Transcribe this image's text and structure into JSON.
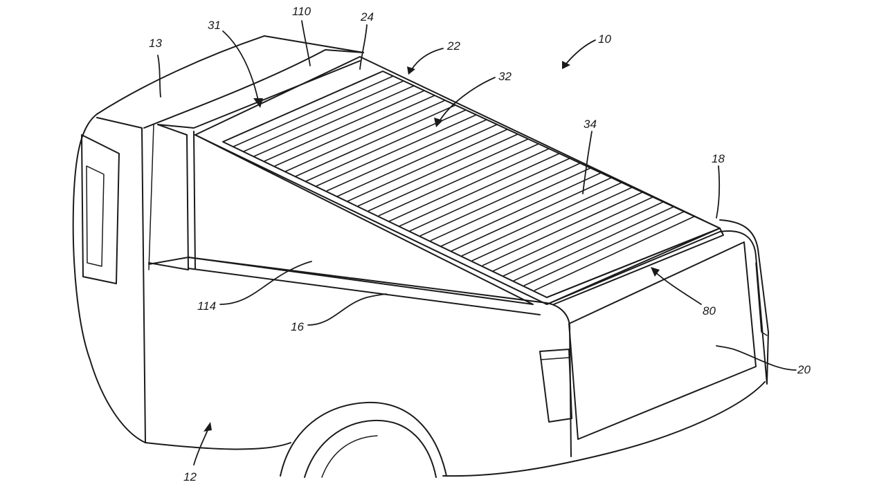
{
  "figure": {
    "reference_numerals": {
      "vehicle": "10",
      "body": "12",
      "cab": "13",
      "side_wall": "16",
      "rear_corner": "18",
      "tailgate": "20",
      "cover_assembly": "22",
      "rail": "24",
      "seal": "31",
      "tonneau_cover": "32",
      "slats": "34",
      "rear_edge": "80",
      "roof_panel": "110",
      "side_panel": "114"
    }
  }
}
